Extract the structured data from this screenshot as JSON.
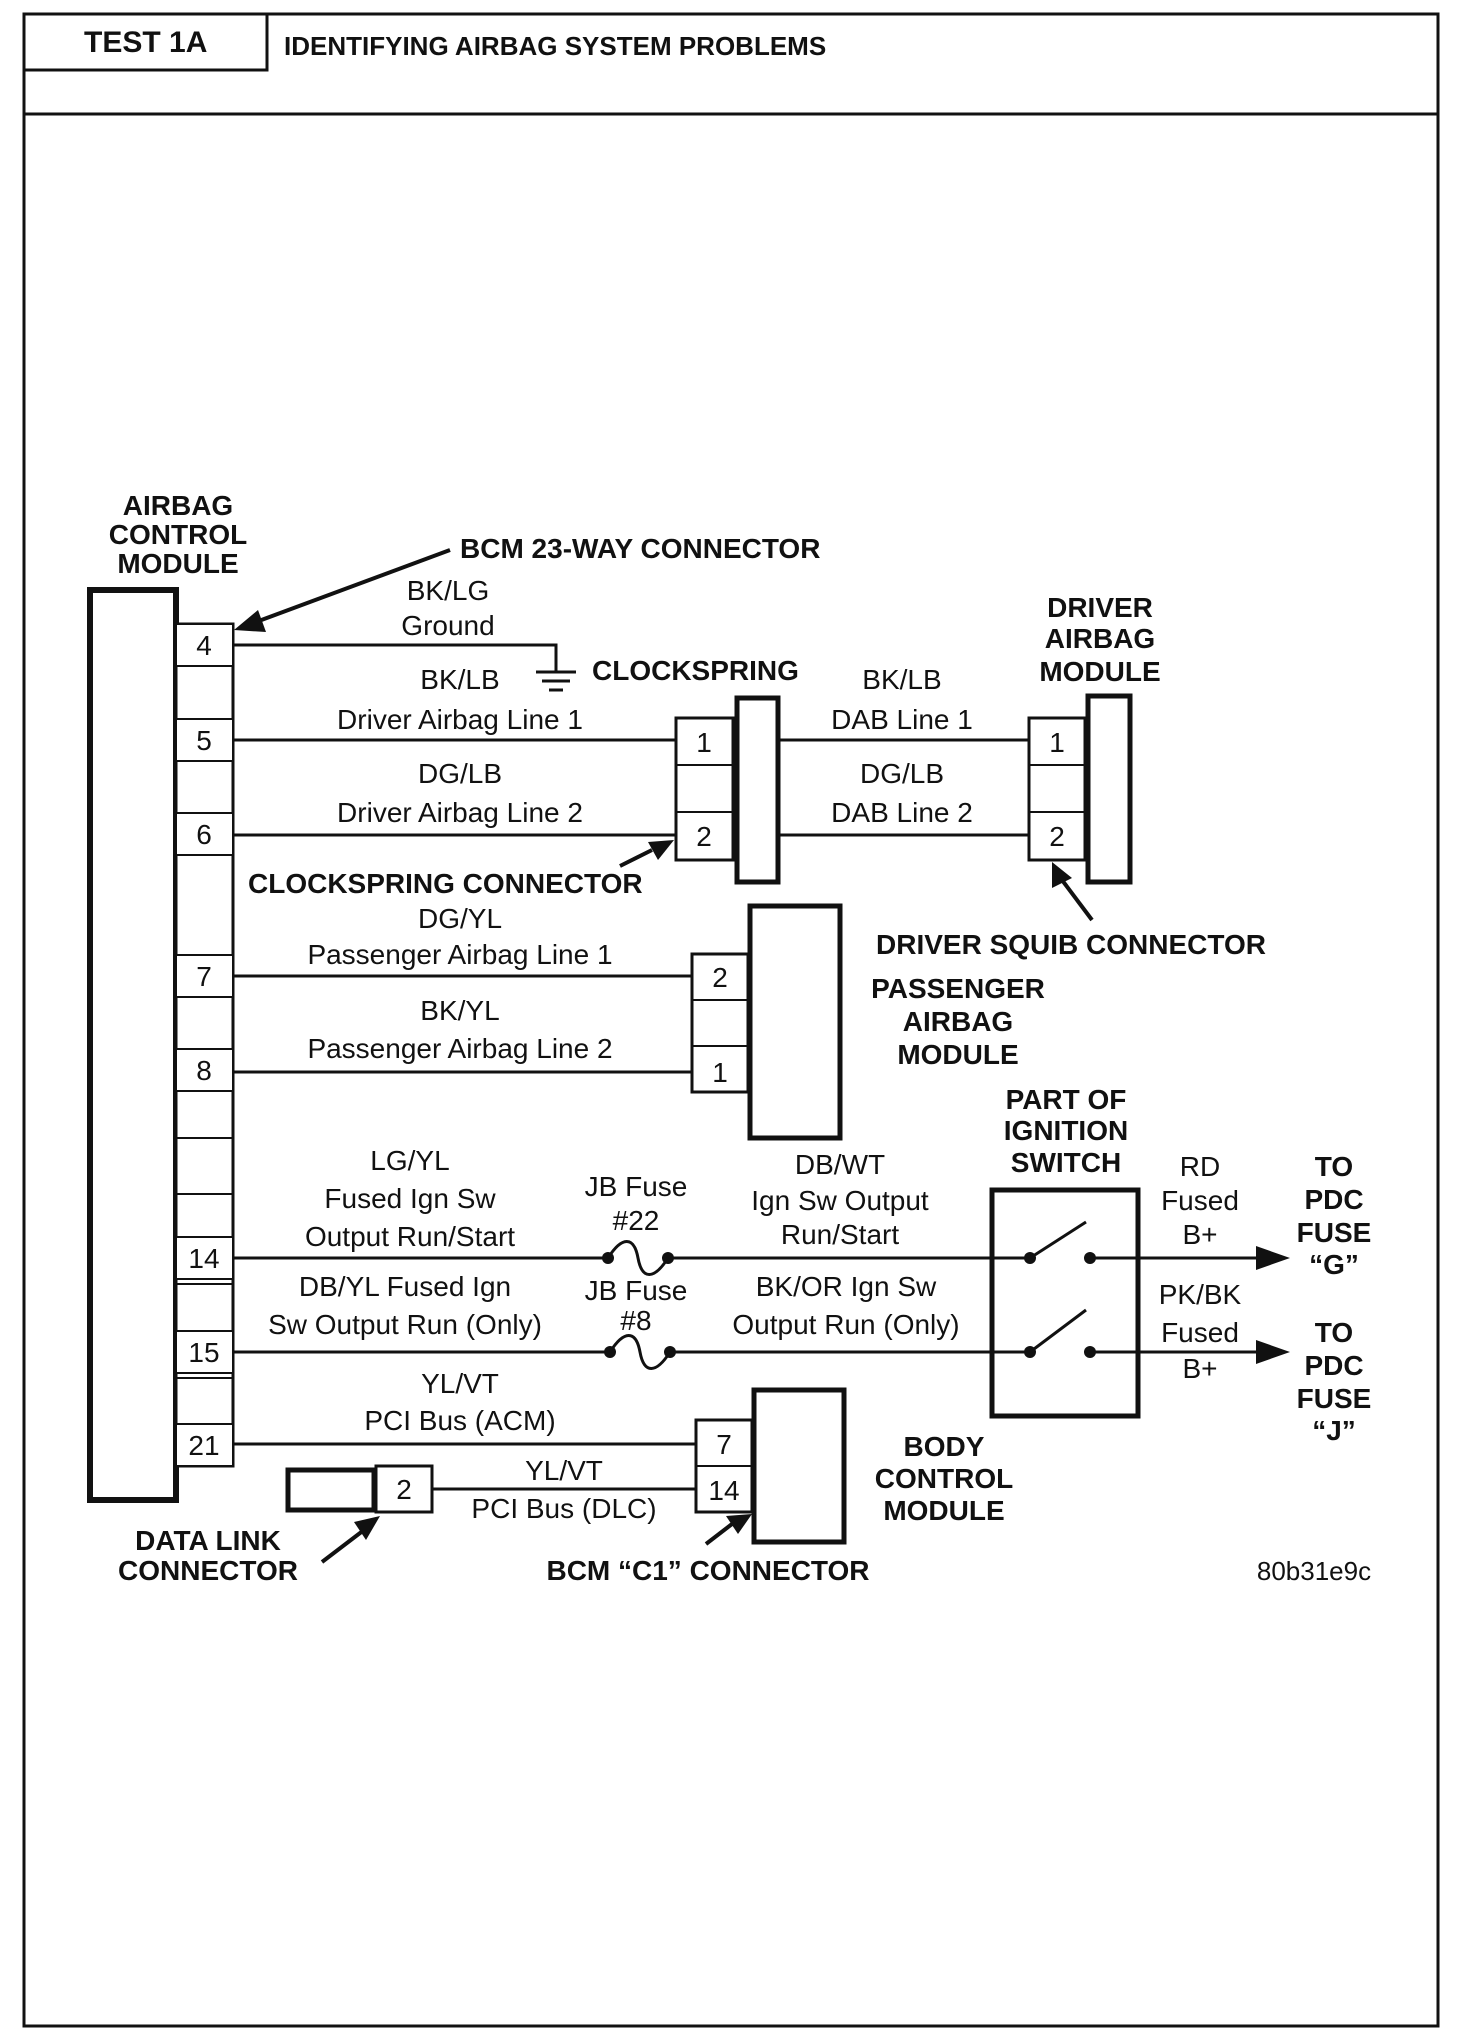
{
  "header": {
    "test_id": "TEST 1A",
    "title": "IDENTIFYING AIRBAG SYSTEM PROBLEMS"
  },
  "acm": {
    "title_lines": [
      "AIRBAG",
      "CONTROL",
      "MODULE"
    ],
    "pins": [
      "4",
      "5",
      "6",
      "7",
      "8",
      "14",
      "15",
      "21"
    ]
  },
  "callouts": {
    "bcm23": "BCM 23-WAY CONNECTOR",
    "clockspring": "CLOCKSPRING",
    "clockspring_connector": "CLOCKSPRING CONNECTOR",
    "driver_squib": "DRIVER SQUIB CONNECTOR",
    "bcm_c1": "BCM “C1” CONNECTOR"
  },
  "driver_module": {
    "title_lines": [
      "DRIVER",
      "AIRBAG",
      "MODULE"
    ],
    "pins": [
      "1",
      "2"
    ]
  },
  "clockspring_pins": [
    "1",
    "2"
  ],
  "passenger_module": {
    "title_lines": [
      "PASSENGER",
      "AIRBAG",
      "MODULE"
    ],
    "pins": [
      "2",
      "1"
    ]
  },
  "ignition_switch": {
    "title_lines": [
      "PART OF",
      "IGNITION",
      "SWITCH"
    ]
  },
  "pdc_g": {
    "lines": [
      "TO",
      "PDC",
      "FUSE",
      "“G”"
    ]
  },
  "pdc_j": {
    "lines": [
      "TO",
      "PDC",
      "FUSE",
      "“J”"
    ]
  },
  "bcm": {
    "title_lines": [
      "BODY",
      "CONTROL",
      "MODULE"
    ],
    "pins": [
      "7",
      "14"
    ]
  },
  "dlc": {
    "title_lines": [
      "DATA LINK",
      "CONNECTOR"
    ],
    "pin": "2"
  },
  "wires": {
    "ground": {
      "color": "BK/LG",
      "desc": "Ground"
    },
    "driver_line1": {
      "color": "BK/LB",
      "desc": "Driver Airbag Line 1"
    },
    "driver_line2": {
      "color": "DG/LB",
      "desc": "Driver Airbag Line 2"
    },
    "dab_line1": {
      "color": "BK/LB",
      "desc": "DAB Line 1"
    },
    "dab_line2": {
      "color": "DG/LB",
      "desc": "DAB Line 2"
    },
    "pass_line1": {
      "color": "DG/YL",
      "desc": "Passenger Airbag Line 1"
    },
    "pass_line2": {
      "color": "BK/YL",
      "desc": "Passenger Airbag Line 2"
    },
    "ign_run_start": {
      "lines": [
        "LG/YL",
        "Fused Ign Sw",
        "Output Run/Start"
      ]
    },
    "jb_fuse22": {
      "lines": [
        "JB Fuse",
        "#22"
      ]
    },
    "ign_out_run_start": {
      "lines": [
        "DB/WT",
        "Ign Sw Output",
        "Run/Start"
      ]
    },
    "rd_fused": {
      "lines": [
        "RD",
        "Fused",
        "B+"
      ]
    },
    "ign_run_only": {
      "lines": [
        "DB/YL  Fused Ign",
        "Sw Output Run (Only)"
      ]
    },
    "jb_fuse8": {
      "lines": [
        "JB Fuse",
        "#8"
      ]
    },
    "ign_out_run_only": {
      "lines": [
        "BK/OR  Ign Sw",
        "Output Run (Only)"
      ]
    },
    "pkbk_fused": {
      "lines": [
        "PK/BK",
        "Fused",
        "B+"
      ]
    },
    "pci_acm": {
      "color": "YL/VT",
      "desc": "PCI Bus (ACM)"
    },
    "pci_dlc": {
      "color": "YL/VT",
      "desc": "PCI Bus (DLC)"
    }
  },
  "figure_id": "80b31e9c"
}
